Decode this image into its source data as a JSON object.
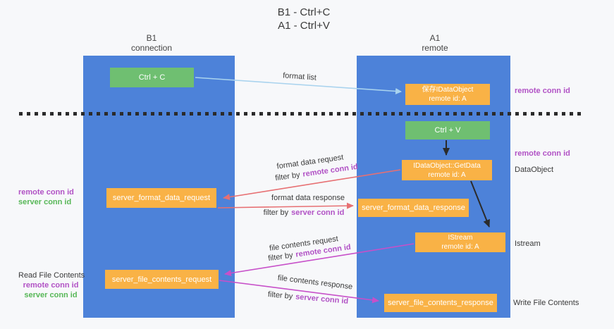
{
  "title": {
    "line1": "B1 - Ctrl+C",
    "line2": "A1 - Ctrl+V"
  },
  "lanes": {
    "left_name": "B1",
    "left_sub": "connection",
    "right_name": "A1",
    "right_sub": "remote"
  },
  "boxes": {
    "ctrl_c": "Ctrl + C",
    "ctrl_v": "Ctrl + V",
    "save_obj_l1": "保存IDataObject",
    "save_obj_l2": "remote id: A",
    "getdata_l1": "IDataObject::GetData",
    "getdata_l2": "remote id: A",
    "istream_l1": "IStream",
    "istream_l2": "remote id: A",
    "fmt_req": "server_format_data_request",
    "fmt_resp": "server_format_data_response",
    "file_req": "server_file_contents_request",
    "file_resp": "server_file_contents_response"
  },
  "labels": {
    "remote_conn_id": "remote conn id",
    "server_conn_id": "server conn id",
    "dataobject": "DataObject",
    "istream": "Istream",
    "read_file": "Read File Contents",
    "write_file": "Write File Contents",
    "format_list": "format list",
    "fmt_data_req": "format data request",
    "fmt_data_resp": "format data response",
    "file_cont_req": "file contents request",
    "file_cont_resp": "file contents response",
    "filter_by": "filter by"
  },
  "colors": {
    "lane_blue": "#4d82d9",
    "node_orange": "#f9b246",
    "node_green": "#6fbf71",
    "remote_conn_purple": "#b152c5",
    "server_conn_green": "#57b757",
    "arrow_red": "#e77073",
    "arrow_magenta": "#c750c9",
    "arrow_light_blue": "#a9d3ee",
    "arrow_black": "#2b2b2b",
    "background": "#f7f8fa"
  }
}
